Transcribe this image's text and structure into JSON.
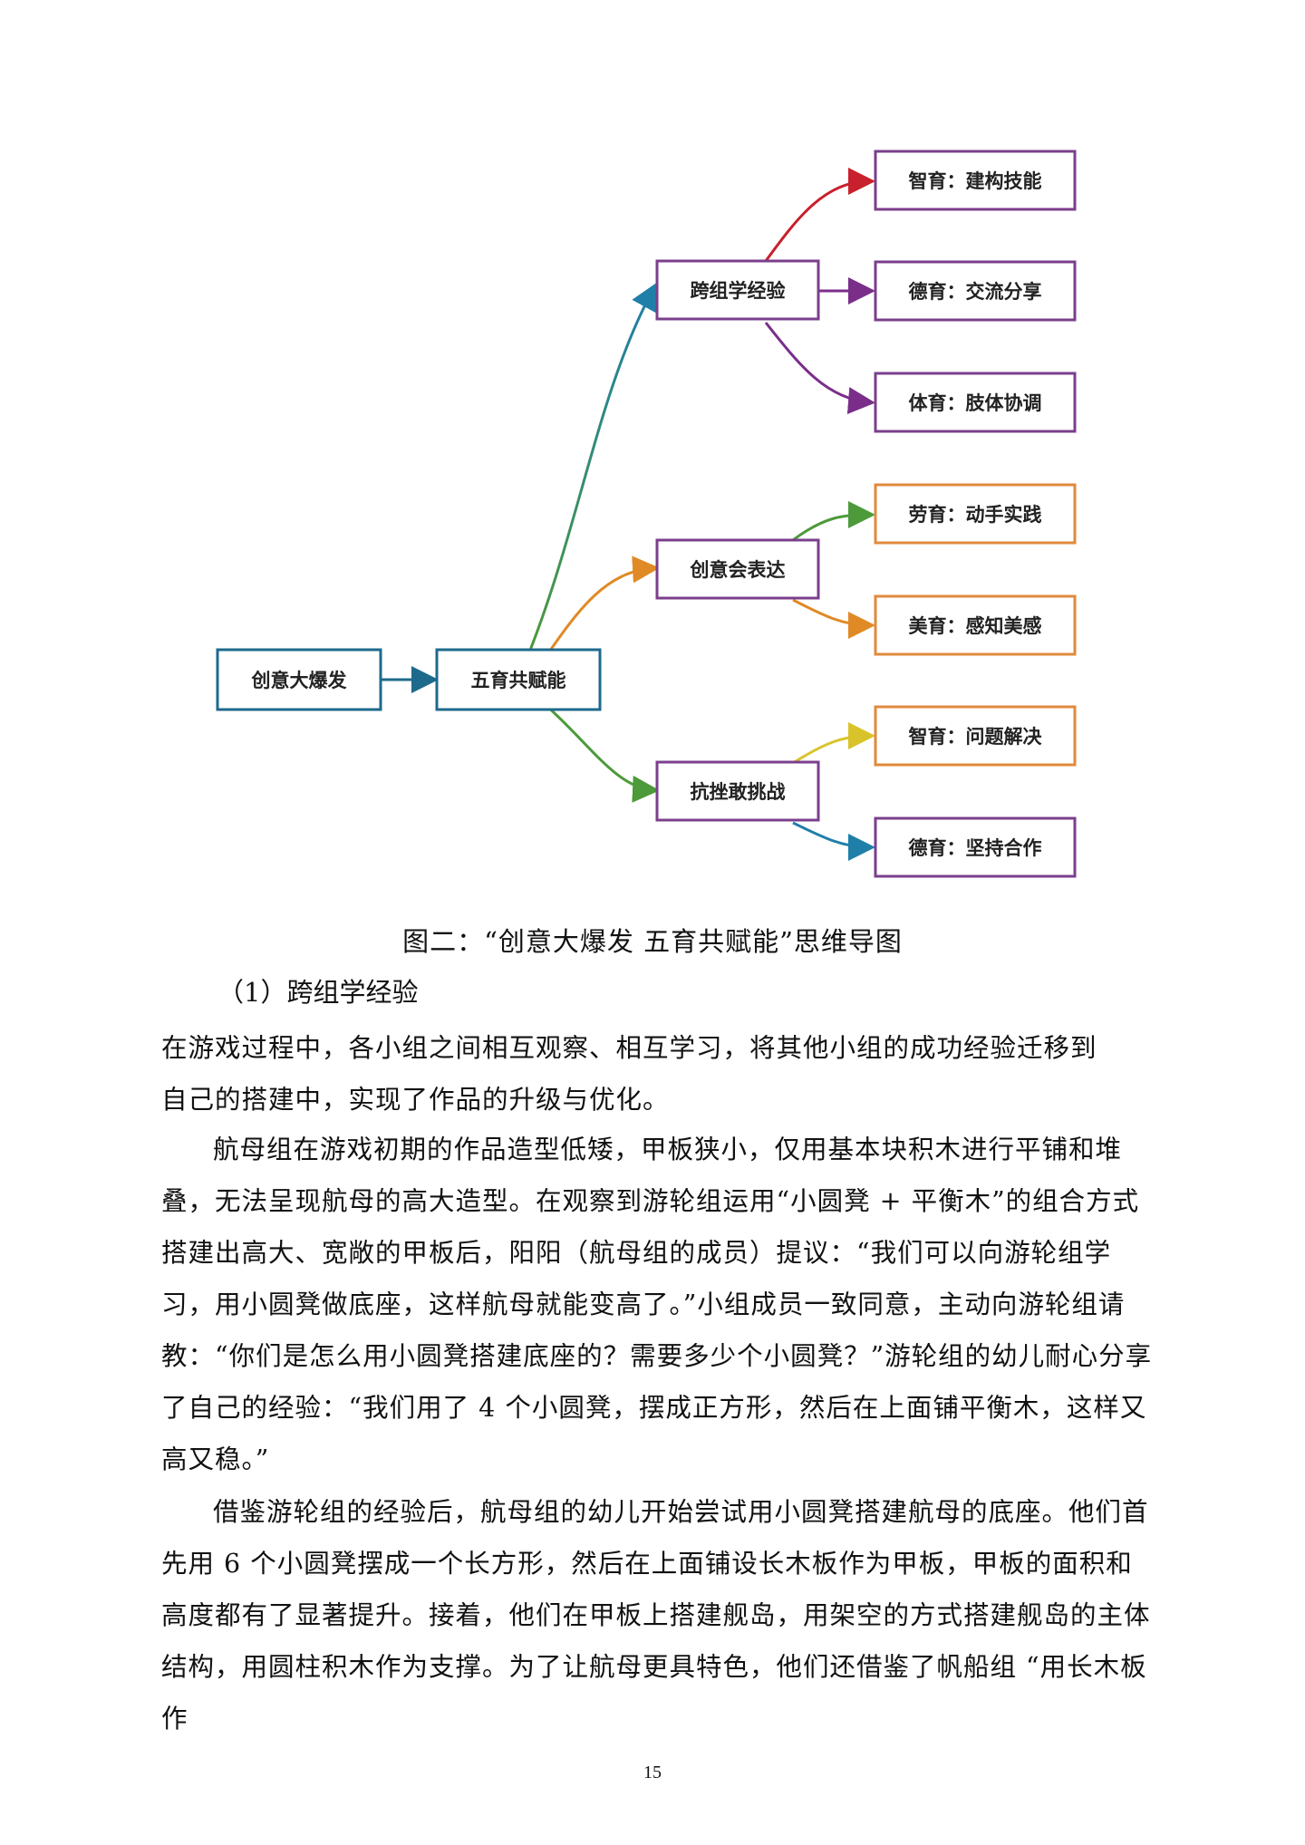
{
  "mindmap": {
    "root": "创意大爆发",
    "center": "五育共赋能",
    "branches": [
      {
        "label": "跨组学经验",
        "leaves": [
          "智育：建构技能",
          "德育：交流分享",
          "体育：肢体协调"
        ]
      },
      {
        "label": "创意会表达",
        "leaves": [
          "劳育：动手实践",
          "美育：感知美感"
        ]
      },
      {
        "label": "抗挫敢挑战",
        "leaves": [
          "智育：问题解决",
          "德育：坚持合作"
        ]
      }
    ],
    "colors": {
      "teal_border": "#1e6a8c",
      "purple_border": "#7b3f8c",
      "orange_border": "#e08a3c",
      "red_arrow": "#c8202c",
      "purple_arrow": "#7a2e8a",
      "blue_arrow": "#1f7fa8",
      "green_arrow": "#4c9a3a",
      "orange_arrow": "#e08a25",
      "yellow_arrow": "#d9c32a"
    }
  },
  "caption": "图二：“创意大爆发  五育共赋能”思维导图",
  "section_heading": "（1）跨组学经验",
  "paragraphs": [
    "在游戏过程中，各小组之间相互观察、相互学习，将其他小组的成功经验迁移到自己的搭建中，实现了作品的升级与优化。",
    "航母组在游戏初期的作品造型低矮，甲板狭小，仅用基本块积木进行平铺和堆叠，无法呈现航母的高大造型。在观察到游轮组运用“小圆凳 + 平衡木”的组合方式搭建出高大、宽敞的甲板后，阳阳（航母组的成员）提议：“我们可以向游轮组学习，用小圆凳做底座，这样航母就能变高了。”小组成员一致同意，主动向游轮组请教：“你们是怎么用小圆凳搭建底座的？需要多少个小圆凳？”游轮组的幼儿耐心分享了自己的经验：“我们用了 4 个小圆凳，摆成正方形，然后在上面铺平衡木，这样又高又稳。”",
    "借鉴游轮组的经验后，航母组的幼儿开始尝试用小圆凳搭建航母的底座。他们首先用 6 个小圆凳摆成一个长方形，然后在上面铺设长木板作为甲板，甲板的面积和高度都有了显著提升。接着，他们在甲板上搭建舰岛，用架空的方式搭建舰岛的主体结构，用圆柱积木作为支撑。为了让航母更具特色，他们还借鉴了帆船组 “用长木板作"
  ],
  "page_number": "15"
}
